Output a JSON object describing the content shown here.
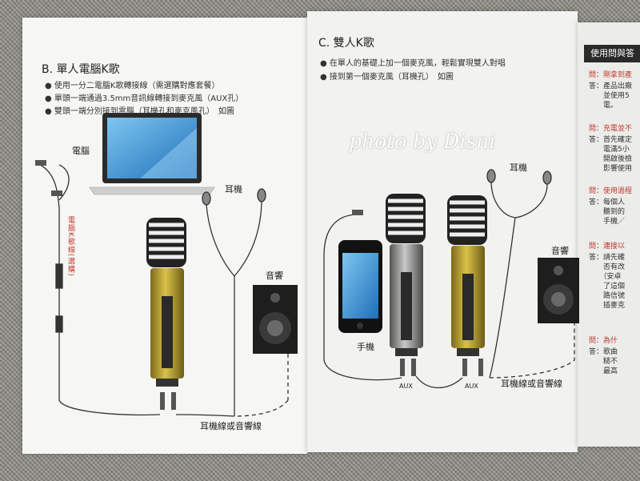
{
  "watermark": "photo by Disni",
  "left": {
    "title": "B. 單人電腦K歌",
    "bullets": [
      "● 使用一分二電腦K歌轉接線（需選購對應套餐）",
      "● 單頭一端通過3.5mm音訊線轉接到麥克風（AUX孔）",
      "● 雙頭一端分別接到電腦（耳機孔和麥克風孔）　如圖"
    ],
    "label_computer": "電腦",
    "label_earphone": "耳機",
    "label_speaker": "音響",
    "label_cable": "耳機線或音響線",
    "vertical_text": "電腦K歌線(選購)"
  },
  "middle": {
    "title": "C. 雙人K歌",
    "bullets": [
      "● 在單人的基礎上加一個麥克風，輕鬆實現雙人對唱",
      "● 接到第一個麥克風（耳機孔）　如圖"
    ],
    "label_phone": "手機",
    "label_earphone": "耳機",
    "label_speaker": "音響",
    "label_cable": "耳機線或音響線",
    "label_aux1": "AUX",
    "label_aux2": "AUX"
  },
  "right": {
    "header": "使用問與答",
    "qa": [
      {
        "q": "問：剛拿到產",
        "a": [
          "答：產品出廠",
          "　　並使用5",
          "　　電。"
        ]
      },
      {
        "q": "問：充電並不",
        "a": [
          "答：首先確定",
          "　　電滿5小",
          "　　開啟後檢",
          "　　影響使用"
        ]
      },
      {
        "q": "問：使用過程",
        "a": [
          "答：每個人",
          "　　聽到的",
          "　　手機／"
        ]
      },
      {
        "q": "問：連接以",
        "a": [
          "答：請先確",
          "　　否有改",
          "　　（安卓",
          "　　了這個",
          "　　路信號",
          "　　插麥克"
        ]
      },
      {
        "q": "問：為什",
        "a": [
          "答：歌曲",
          "　　糙不",
          "　　最高"
        ]
      }
    ]
  }
}
